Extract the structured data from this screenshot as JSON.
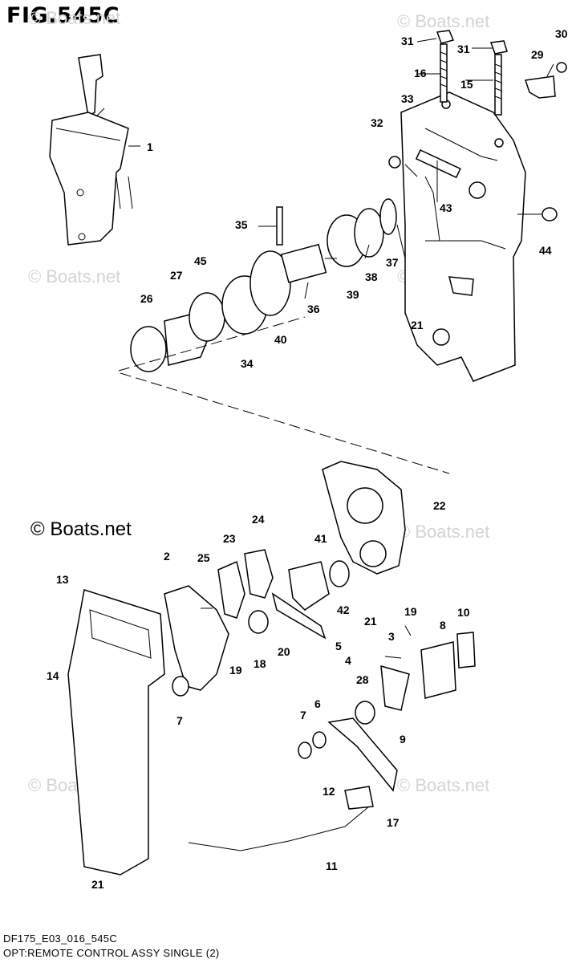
{
  "figure": {
    "title": "FIG.545C",
    "brand": "© Boats.net",
    "watermark": "© Boats.net",
    "footer_code": "DF175_E03_016_545C",
    "footer_caption": "OPT:REMOTE CONTROL ASSY SINGLE (2)"
  },
  "callouts": [
    "1",
    "2",
    "3",
    "4",
    "5",
    "6",
    "7",
    "7",
    "8",
    "9",
    "10",
    "11",
    "12",
    "13",
    "14",
    "15",
    "16",
    "17",
    "18",
    "19",
    "19",
    "20",
    "21",
    "21",
    "21",
    "22",
    "23",
    "24",
    "25",
    "26",
    "27",
    "28",
    "29",
    "30",
    "31",
    "31",
    "32",
    "33",
    "34",
    "35",
    "36",
    "37",
    "38",
    "39",
    "40",
    "41",
    "42",
    "43",
    "44",
    "45"
  ]
}
